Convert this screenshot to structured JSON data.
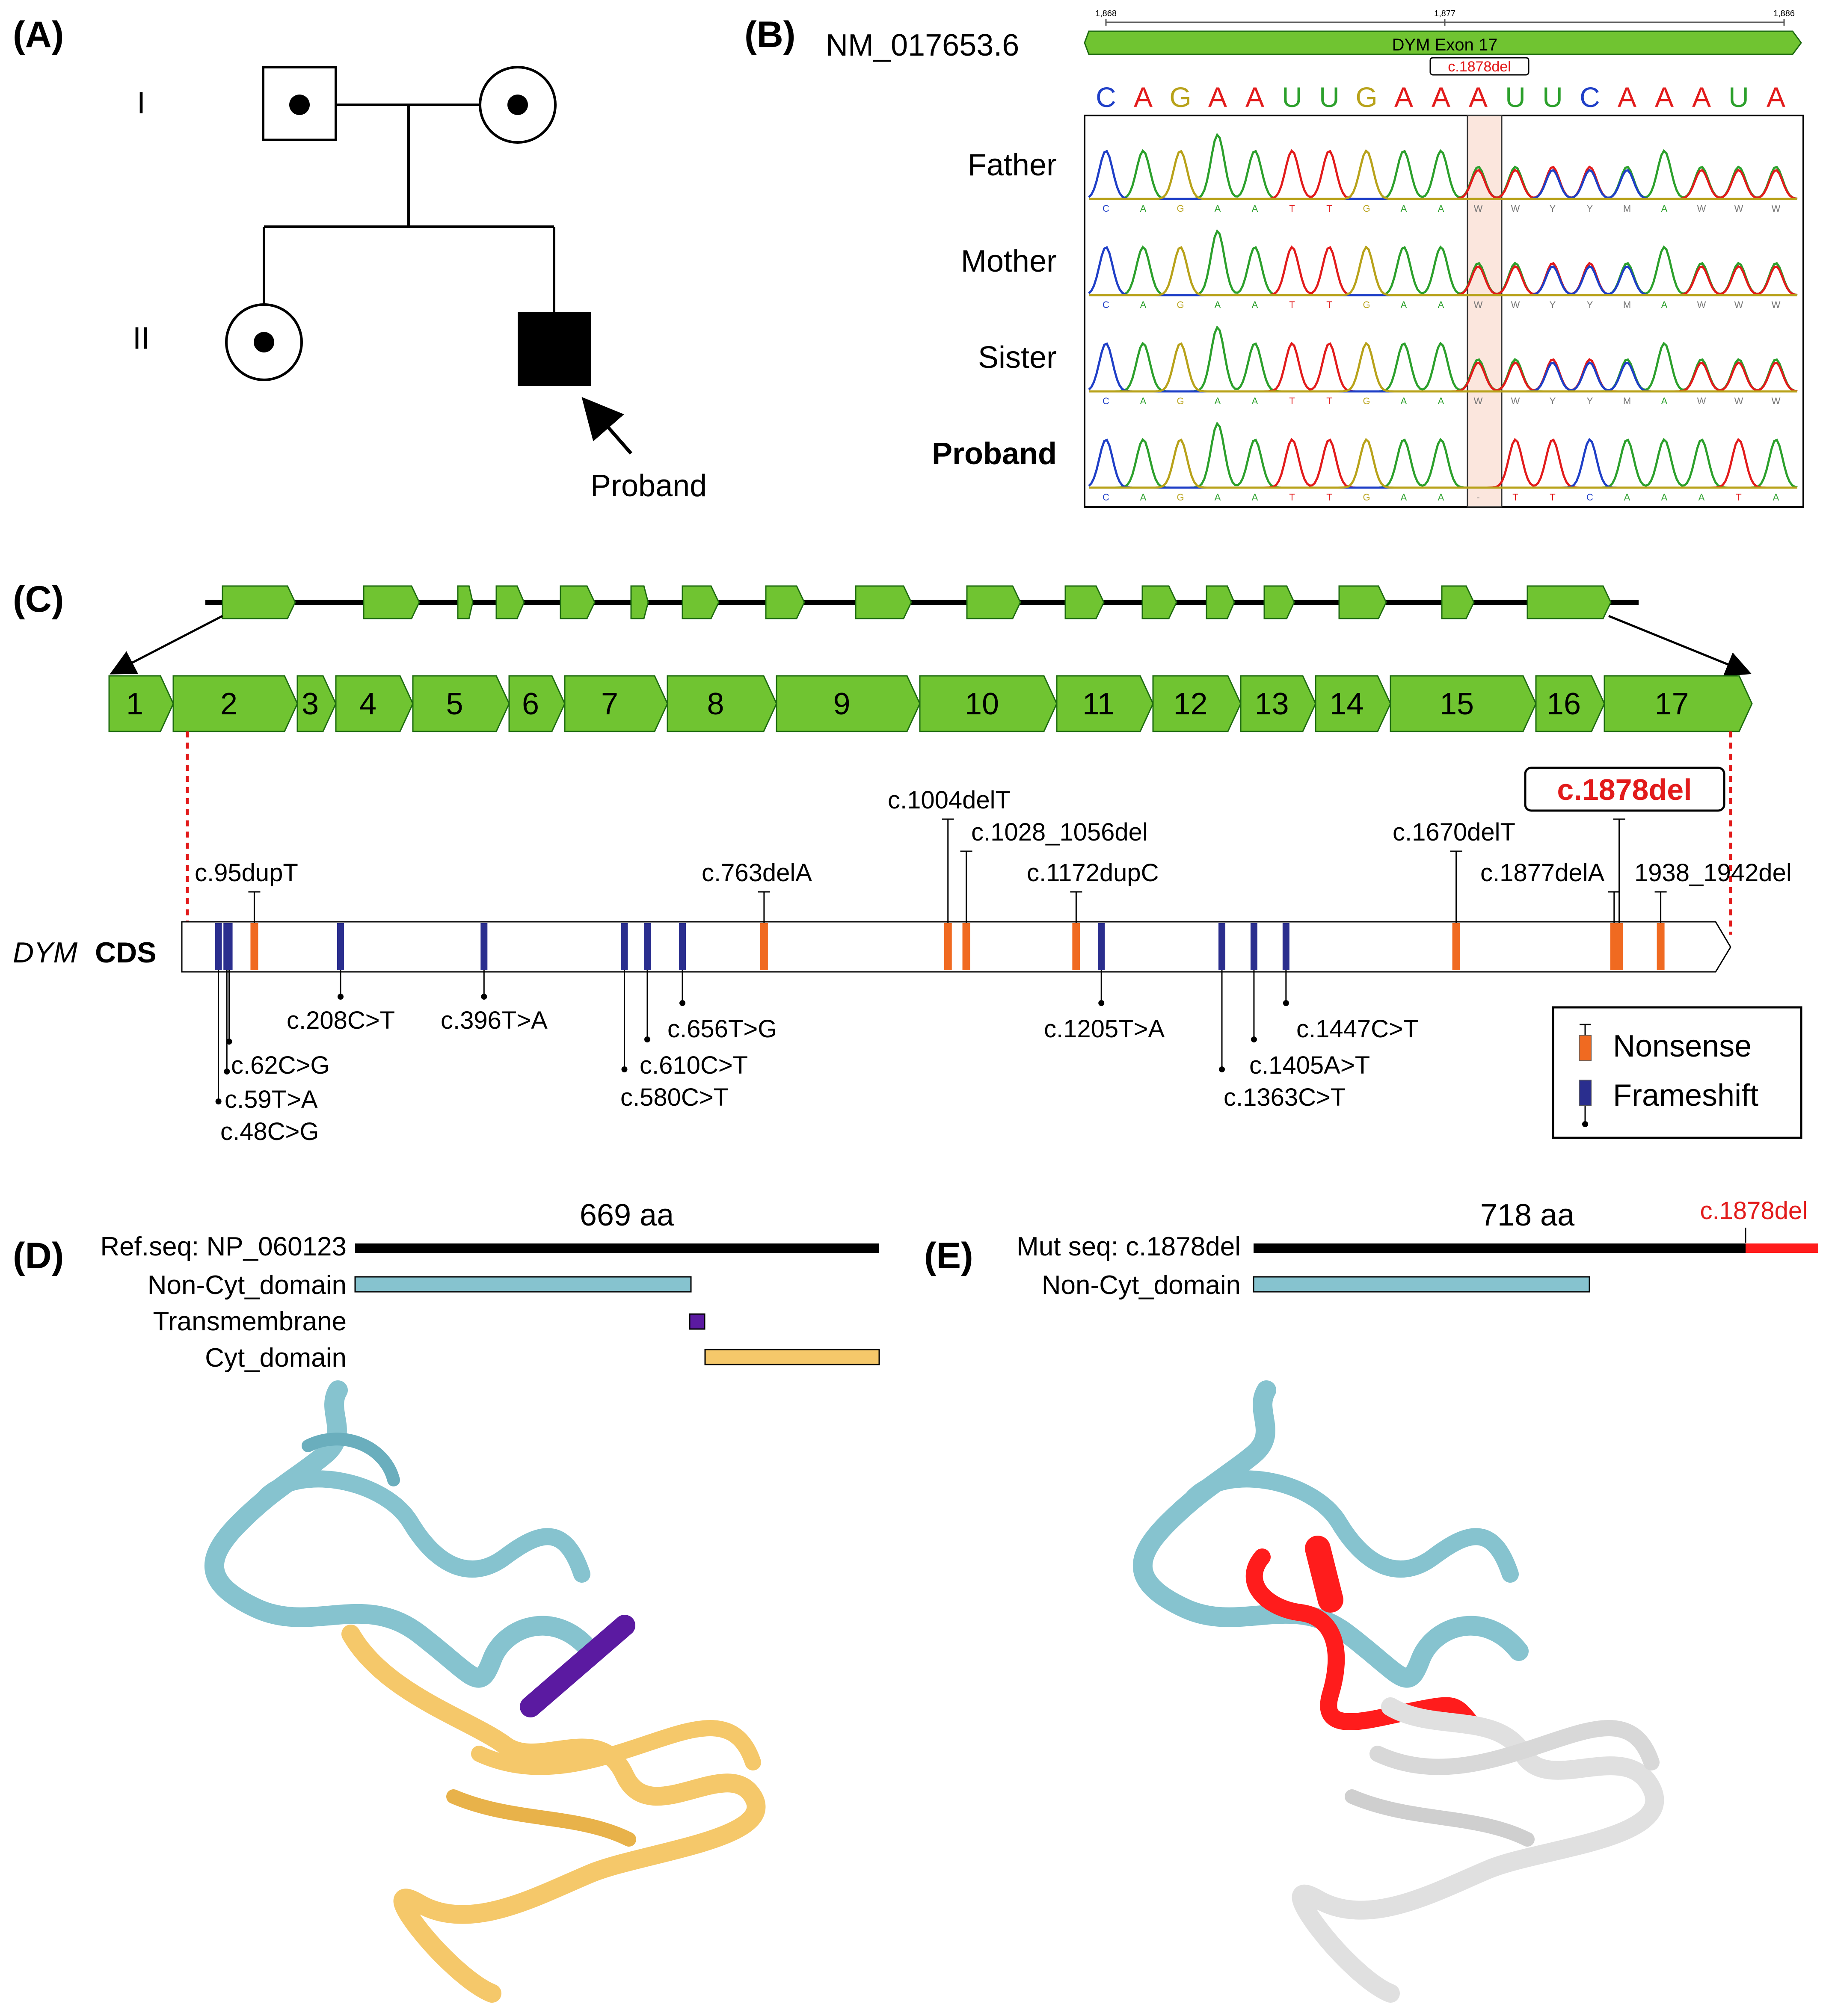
{
  "colors": {
    "exon_fill": "#70c431",
    "exon_stroke": "#1e6b10",
    "nonsense": "#f06a21",
    "frameshift": "#2a2e8e",
    "highlight_red": "#e21b1b",
    "trace_A": "#2ca02c",
    "trace_T": "#e21b1b",
    "trace_C": "#1f3fc7",
    "trace_G": "#b8a21a",
    "non_cyt": "#86c3cf",
    "transmembrane": "#5b1aa1",
    "cyt": "#f5c86a",
    "mutant_tail": "#ff1c1c",
    "structure_white": "#e0e0e0"
  },
  "panel_a": {
    "label": "(A)",
    "generation_1": "I",
    "generation_2": "II",
    "proband_label": "Proband"
  },
  "panel_b": {
    "label": "(B)",
    "transcript": "NM_017653.6",
    "exon_label": "DYM Exon 17",
    "ruler_ticks": [
      "1,868",
      "1,877",
      "1,886"
    ],
    "variant_label": "c.1878del",
    "reference_sequence": [
      "C",
      "A",
      "G",
      "A",
      "A",
      "U",
      "U",
      "G",
      "A",
      "A",
      "A",
      "U",
      "U",
      "C",
      "A",
      "A",
      "A",
      "U",
      "A"
    ],
    "samples": [
      "Father",
      "Mother",
      "Sister",
      "Proband"
    ],
    "base_calls": {
      "Father": [
        "C",
        "A",
        "G",
        "A",
        "A",
        "T",
        "T",
        "G",
        "A",
        "A",
        "W",
        "W",
        "Y",
        "Y",
        "M",
        "A",
        "W",
        "W",
        "W"
      ],
      "Mother": [
        "C",
        "A",
        "G",
        "A",
        "A",
        "T",
        "T",
        "G",
        "A",
        "A",
        "W",
        "W",
        "Y",
        "Y",
        "M",
        "A",
        "W",
        "W",
        "W"
      ],
      "Sister": [
        "C",
        "A",
        "G",
        "A",
        "A",
        "T",
        "T",
        "G",
        "A",
        "A",
        "W",
        "W",
        "Y",
        "Y",
        "M",
        "A",
        "W",
        "W",
        "W"
      ],
      "Proband": [
        "C",
        "A",
        "G",
        "A",
        "A",
        "T",
        "T",
        "G",
        "A",
        "A",
        "-",
        "T",
        "T",
        "C",
        "A",
        "A",
        "A",
        "T",
        "A"
      ]
    }
  },
  "panel_c": {
    "label": "(C)",
    "exon_numbers": [
      "1",
      "2",
      "3",
      "4",
      "5",
      "6",
      "7",
      "8",
      "9",
      "10",
      "11",
      "12",
      "13",
      "14",
      "15",
      "16",
      "17"
    ],
    "cds_label_italic": "DYM",
    "cds_label_bold": "CDS",
    "highlight_variant": "c.1878del",
    "variants_above": [
      {
        "name": "c.95dupT",
        "position": 95
      },
      {
        "name": "c.763delA",
        "position": 763
      },
      {
        "name": "c.1004delT",
        "position": 1004
      },
      {
        "name": "c.1028_1056del",
        "position": 1028
      },
      {
        "name": "c.1172dupC",
        "position": 1172
      },
      {
        "name": "c.1670delT",
        "position": 1670
      },
      {
        "name": "c.1877delA",
        "position": 1877
      },
      {
        "name": "c.1878del",
        "position": 1878
      },
      {
        "name": "1938_1942del",
        "position": 1938
      }
    ],
    "variants_below": [
      {
        "name": "c.48C>G",
        "position": 48
      },
      {
        "name": "c.59T>A",
        "position": 59
      },
      {
        "name": "c.62C>G",
        "position": 62
      },
      {
        "name": "c.208C>T",
        "position": 208
      },
      {
        "name": "c.396T>A",
        "position": 396
      },
      {
        "name": "c.580C>T",
        "position": 580
      },
      {
        "name": "c.610C>T",
        "position": 610
      },
      {
        "name": "c.656T>G",
        "position": 656
      },
      {
        "name": "c.1205T>A",
        "position": 1205
      },
      {
        "name": "c.1363C>T",
        "position": 1363
      },
      {
        "name": "c.1405A>T",
        "position": 1405
      },
      {
        "name": "c.1447C>T",
        "position": 1447
      }
    ],
    "legend": {
      "nonsense": "Nonsense",
      "frameshift": "Frameshift"
    }
  },
  "panel_d": {
    "label": "(D)",
    "length_label": "669 aa",
    "ref_label": "Ref.seq: NP_060123",
    "domains": [
      {
        "name": "Non-Cyt_domain"
      },
      {
        "name": "Transmembrane"
      },
      {
        "name": "Cyt_domain"
      }
    ]
  },
  "panel_e": {
    "label": "(E)",
    "length_label": "718 aa",
    "mut_label": "Mut seq: c.1878del",
    "variant_label": "c.1878del",
    "domains": [
      {
        "name": "Non-Cyt_domain"
      }
    ]
  }
}
